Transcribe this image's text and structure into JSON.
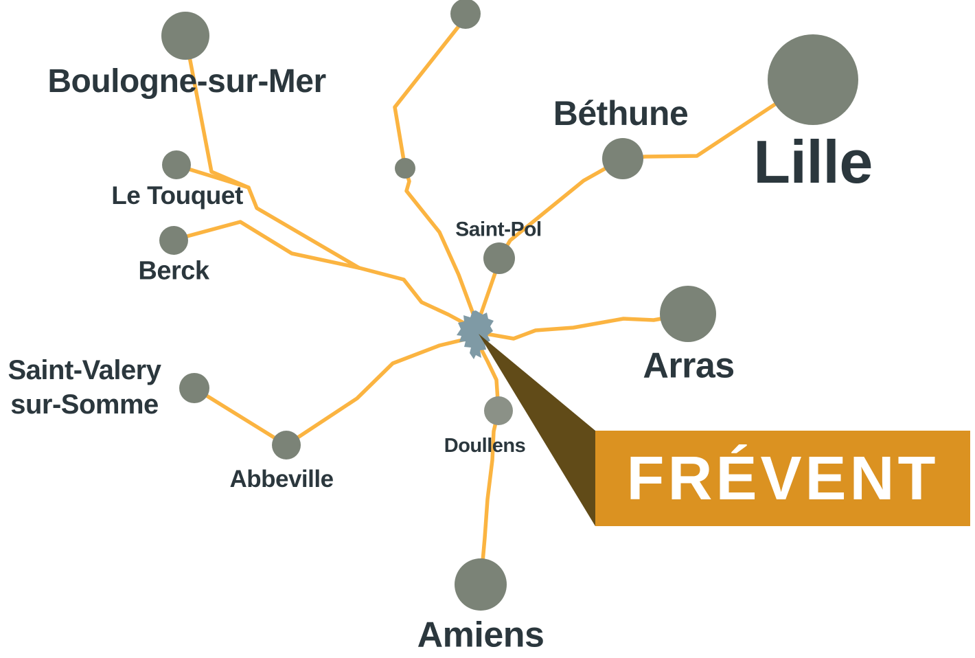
{
  "colors": {
    "background": "#ffffff",
    "route_line": "#fbb441",
    "city_dot": "#7b8377",
    "city_dot_light": "#8b9187",
    "frevent_area": "#7f9aa5",
    "callout_beak": "#5b440f",
    "banner": "#db9221",
    "banner_text": "#ffffff",
    "label_text": "#2b373d"
  },
  "banner": {
    "label": "FRÉVENT"
  },
  "cities": {
    "boulogne": {
      "label": "Boulogne-sur-Mer",
      "dot_r": 35
    },
    "le_touquet": {
      "label": "Le Touquet",
      "dot_r": 21
    },
    "berck": {
      "label": "Berck",
      "dot_r": 21
    },
    "saint_valery": {
      "label": "Saint-Valery\nsur-Somme",
      "dot_r": 22
    },
    "abbeville": {
      "label": "Abbeville",
      "dot_r": 21
    },
    "amiens": {
      "label": "Amiens",
      "dot_r": 38
    },
    "doullens": {
      "label": "Doullens",
      "dot_r": 21
    },
    "saint_pol": {
      "label": "Saint-Pol",
      "dot_r": 23
    },
    "bethune": {
      "label": "Béthune",
      "dot_r": 30
    },
    "lille": {
      "label": "Lille",
      "dot_r": 66
    },
    "arras": {
      "label": "Arras",
      "dot_r": 41
    }
  },
  "waypoints": {
    "north": {
      "dot_r": 22
    },
    "mid_north": {
      "dot_r": 15
    }
  },
  "map_data": {
    "type": "schematic-map",
    "highlight": "Frévent",
    "connections": [
      "Frévent – Saint-Pol – Béthune – Lille",
      "Frévent – Arras",
      "Frévent – Doullens – Amiens",
      "Frévent – Abbeville – Saint-Valery-sur-Somme",
      "Frévent – Berck",
      "Frévent – Le Touquet – Boulogne-sur-Mer",
      "Frévent – northern route"
    ]
  }
}
